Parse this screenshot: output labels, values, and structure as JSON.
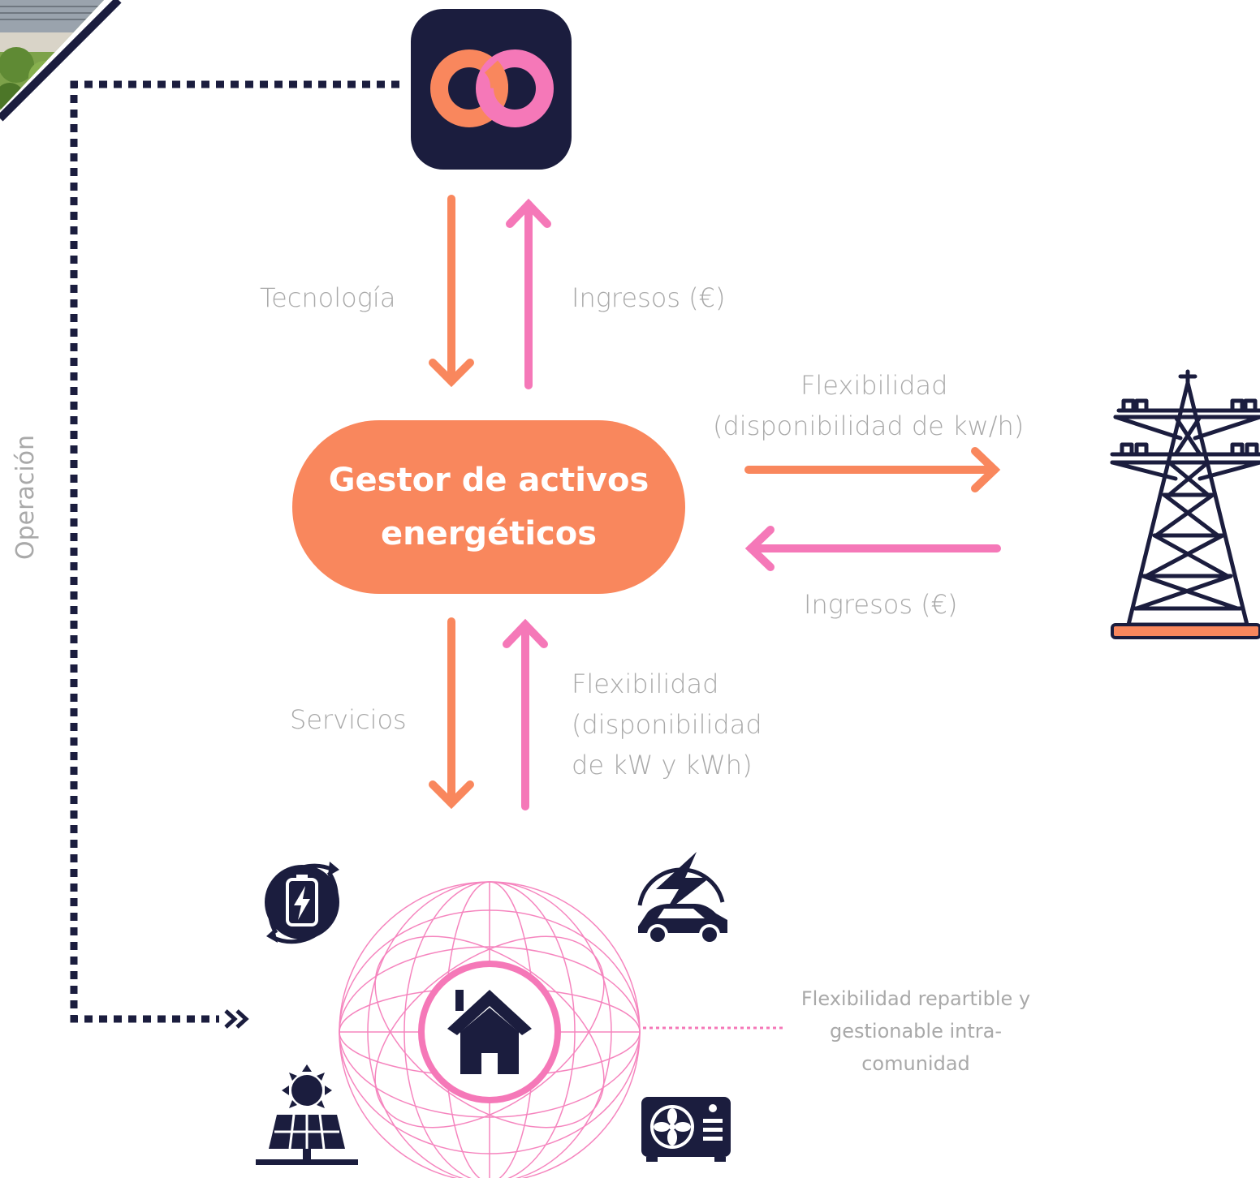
{
  "hub": {
    "title": "Gestor de activos energéticos"
  },
  "labels": {
    "tecnologia": "Tecnología",
    "ingresos_top": "Ingresos (€)",
    "flex_grid_line1": "Flexibilidad",
    "flex_grid_line2": "(disponibilidad de kw/h)",
    "ingresos_grid": "Ingresos (€)",
    "servicios": "Servicios",
    "flex_bottom_line1": "Flexibilidad",
    "flex_bottom_line2": "(disponibilidad",
    "flex_bottom_line3": "de kW y kWh)",
    "operacion": "Operación",
    "community_line1": "Flexibilidad repartible y",
    "community_line2": "gestionable intra-",
    "community_line3": "comunidad"
  },
  "colors": {
    "orange": "#f9875d",
    "pink": "#f578b8",
    "navy": "#1b1d3e",
    "label_gray": "#a9a9a9"
  },
  "icons": [
    "logo-infinity-icon",
    "battery-cycle-icon",
    "ev-charging-icon",
    "home-icon",
    "solar-panel-icon",
    "heat-pump-icon",
    "transmission-tower-icon",
    "globe-icon"
  ]
}
